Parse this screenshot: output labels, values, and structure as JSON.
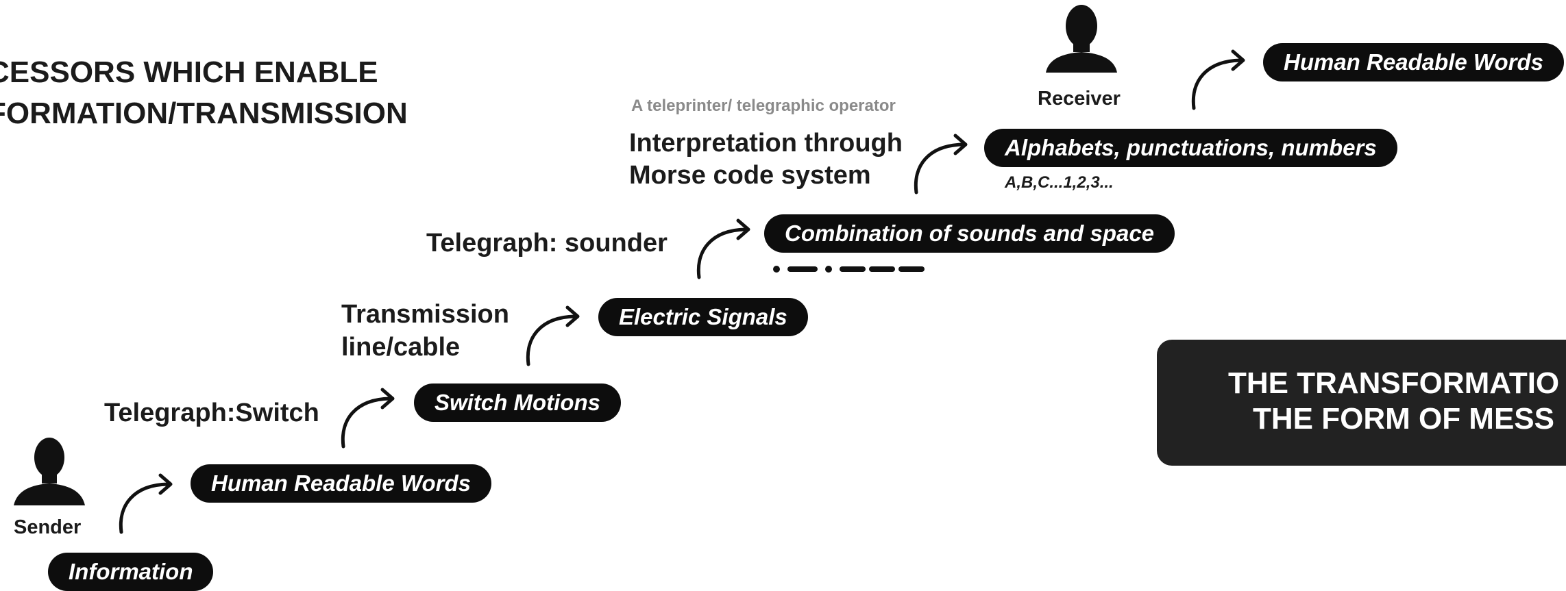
{
  "title": {
    "line1": "CESSORS WHICH ENABLE",
    "line2": "FORMATION/TRANSMISSION"
  },
  "banner": {
    "line1": "THE TRANSFORMATIO",
    "line2": "THE FORM OF MESS"
  },
  "sender": {
    "label": "Sender",
    "icon": "person-icon"
  },
  "receiver": {
    "label": "Receiver",
    "icon": "person-icon"
  },
  "pills": {
    "information": "Information",
    "human_readable_1": "Human Readable Words",
    "switch_motions": "Switch Motions",
    "electric_signals": "Electric Signals",
    "combination": "Combination of sounds and space",
    "alphabets": "Alphabets, punctuations, numbers",
    "human_readable_2": "Human Readable Words"
  },
  "stages": {
    "switch": "Telegraph:Switch",
    "transmission_1": "Transmission",
    "transmission_2": "line/cable",
    "sounder": "Telegraph: sounder",
    "interpretation_1": "Interpretation through",
    "interpretation_2": "Morse code system",
    "operator_note": "A teleprinter/ telegraphic operator"
  },
  "examples": {
    "alphabet_example": "A,B,C...1,2,3..."
  },
  "colors": {
    "pill_bg": "#0d0d0d",
    "banner_bg": "#222222",
    "text": "#1b1b1b",
    "note_gray": "#8a8a8a"
  }
}
